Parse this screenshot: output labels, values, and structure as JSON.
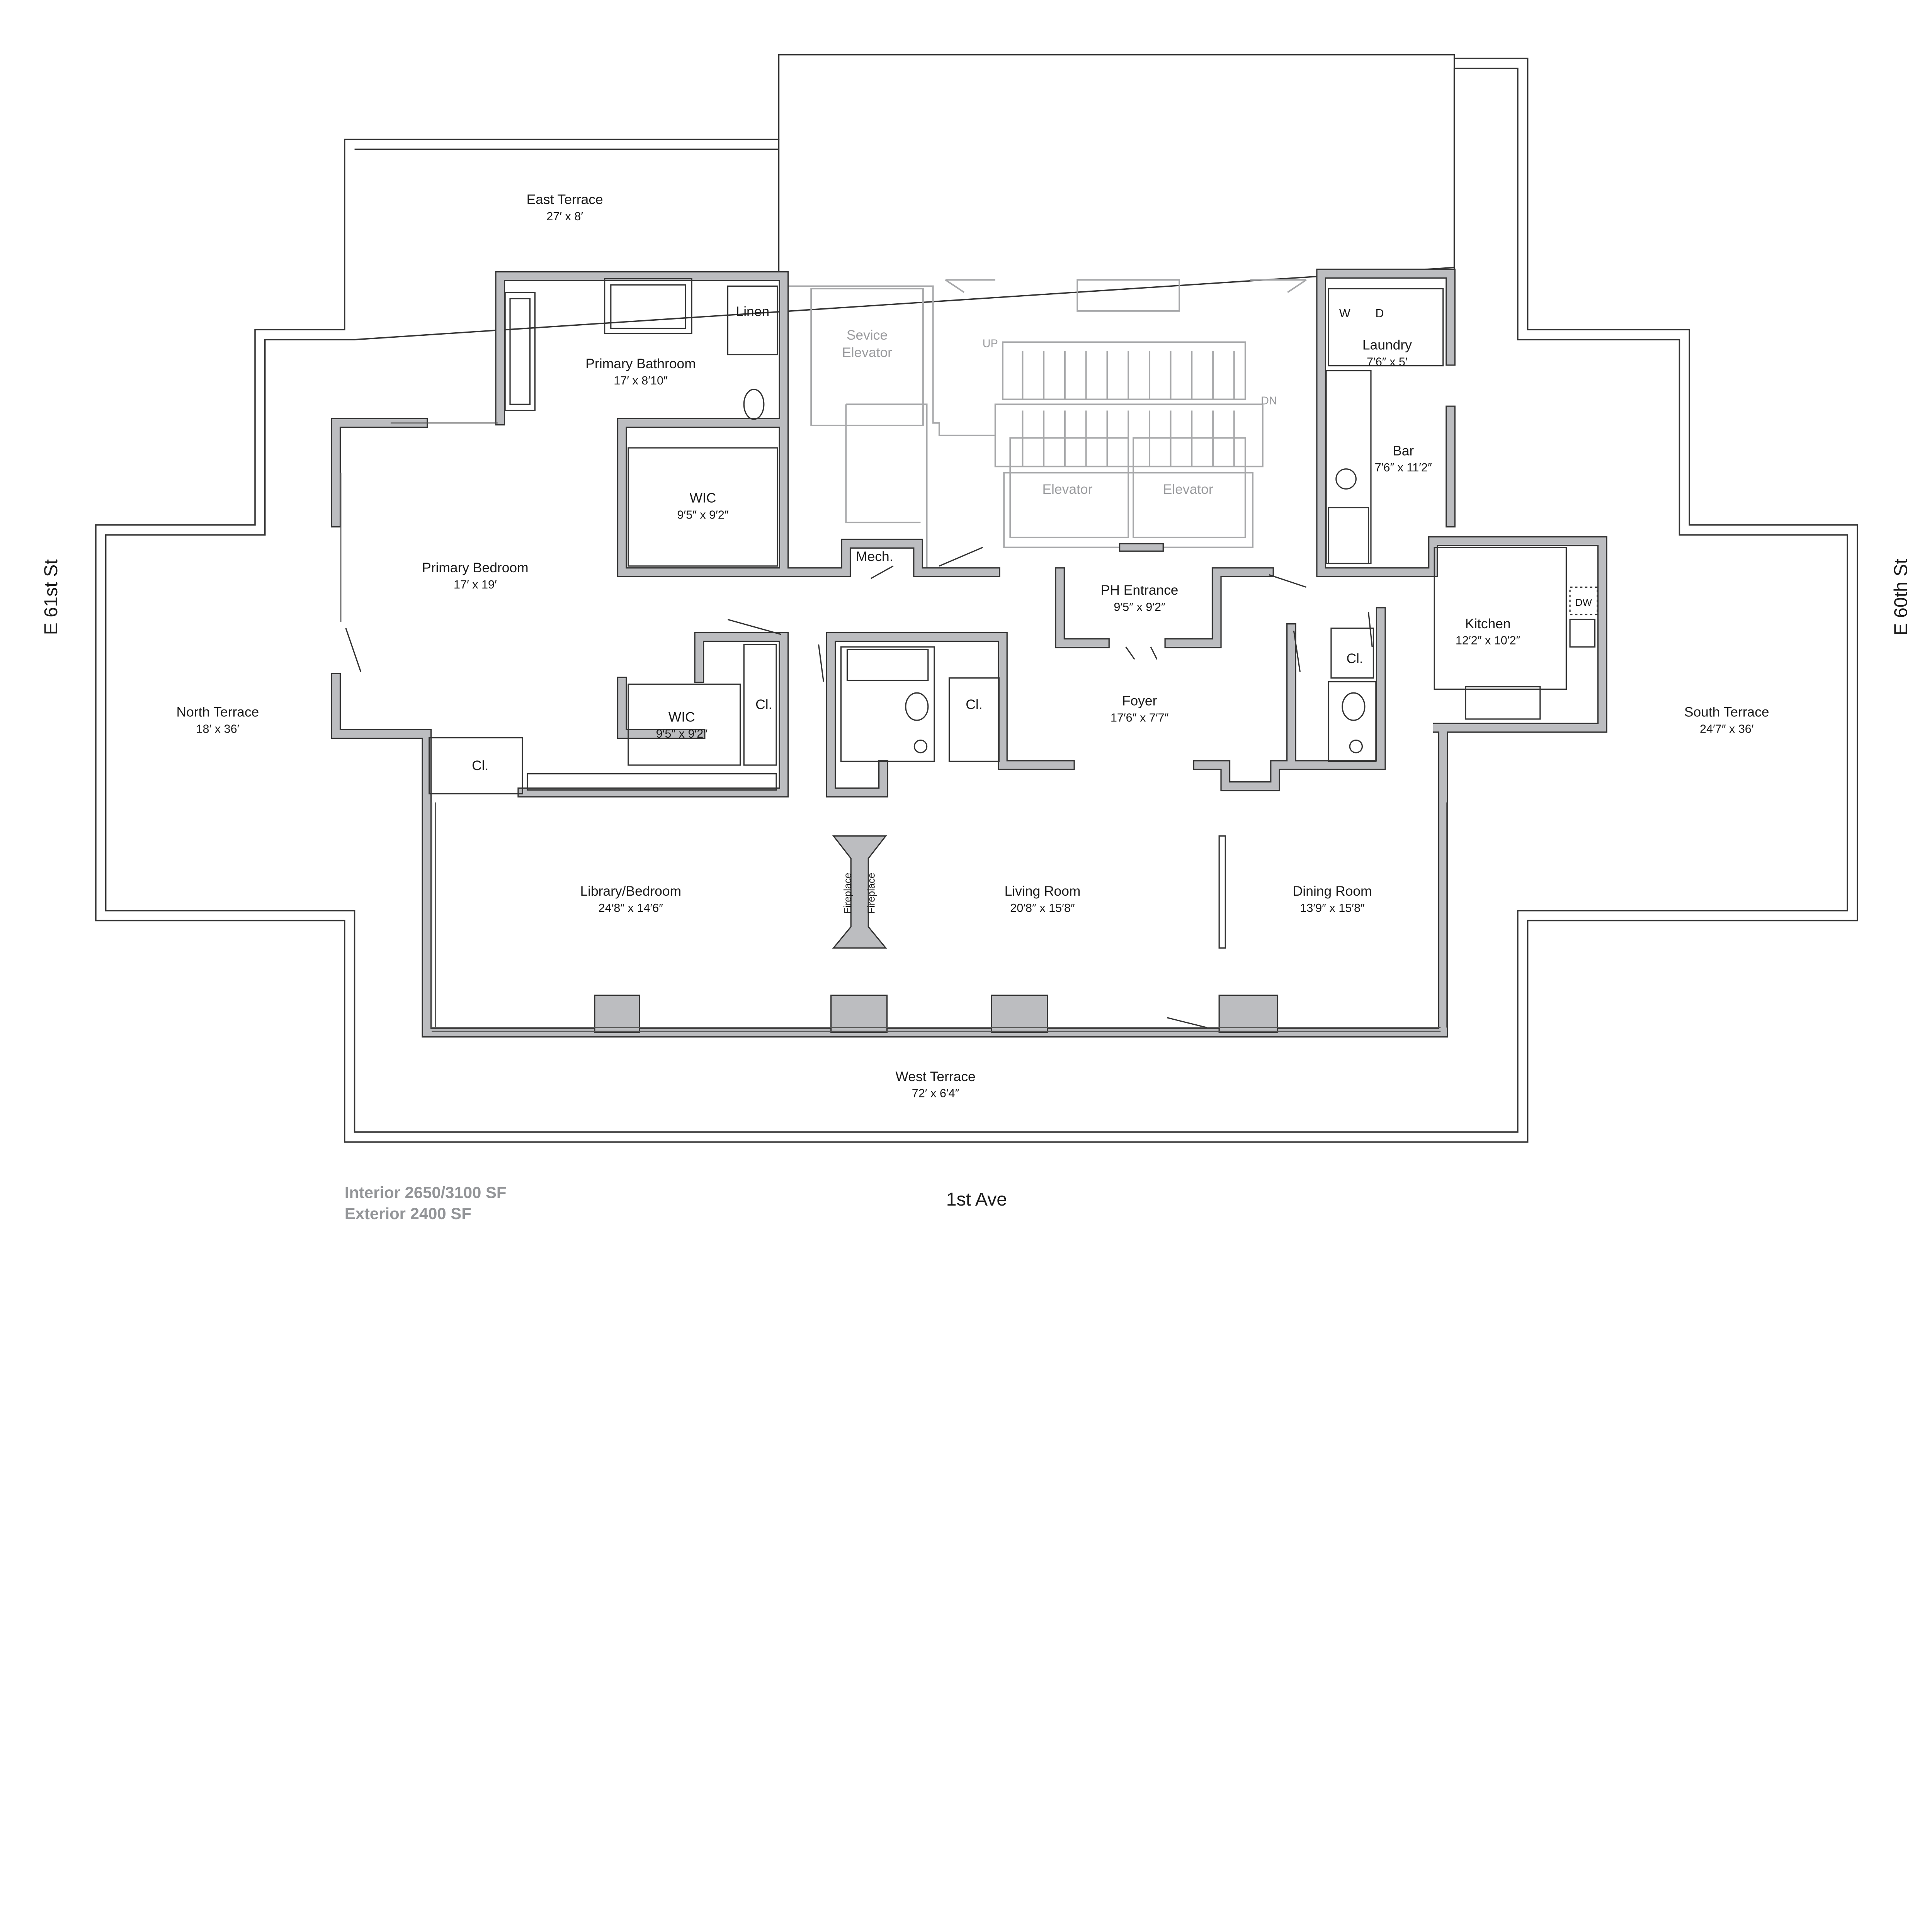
{
  "streets": {
    "west": "E 61st St",
    "east": "E 60th St",
    "south": "1st Ave"
  },
  "area_summary": {
    "interior": "Interior 2650/3100 SF",
    "exterior": "Exterior 2400 SF"
  },
  "terraces": [
    {
      "name": "East Terrace",
      "dims": "27′ x 8′"
    },
    {
      "name": "North Terrace",
      "dims": "18′ x 36′"
    },
    {
      "name": "South Terrace",
      "dims": "24′7″ x 36′"
    },
    {
      "name": "West Terrace",
      "dims": "72′ x 6′4″"
    }
  ],
  "rooms": {
    "primary_bathroom": {
      "name": "Primary Bathroom",
      "dims": "17′ x 8′10″"
    },
    "linen": {
      "name": "Linen"
    },
    "wic_upper": {
      "name": "WIC",
      "dims": "9′5″ x 9′2″"
    },
    "primary_bedroom": {
      "name": "Primary Bedroom",
      "dims": "17′ x 19′"
    },
    "wic_lower": {
      "name": "WIC",
      "dims": "9′5″ x 9′2″"
    },
    "closet_1": {
      "name": "Cl."
    },
    "closet_2": {
      "name": "Cl."
    },
    "closet_3": {
      "name": "Cl."
    },
    "closet_4": {
      "name": "Cl."
    },
    "mech": {
      "name": "Mech."
    },
    "ph_entrance": {
      "name": "PH Entrance",
      "dims": "9′5″ x 9′2″"
    },
    "foyer": {
      "name": "Foyer",
      "dims": "17′6″ x 7′7″"
    },
    "laundry": {
      "name": "Laundry",
      "dims": "7′6″ x 5′",
      "washer": "W",
      "dryer": "D"
    },
    "bar": {
      "name": "Bar",
      "dims": "7′6″ x 11′2″"
    },
    "kitchen": {
      "name": "Kitchen",
      "dims": "12′2″ x 10′2″",
      "dishwasher": "DW"
    },
    "library": {
      "name": "Library/Bedroom",
      "dims": "24′8″ x 14′6″"
    },
    "living": {
      "name": "Living Room",
      "dims": "20′8″ x 15′8″"
    },
    "dining": {
      "name": "Dining Room",
      "dims": "13′9″ x 15′8″"
    },
    "fireplace": {
      "left": "Fireplace",
      "right": "Fireplace"
    }
  },
  "core": {
    "service_elevator_1": "Sevice",
    "service_elevator_2": "Elevator",
    "elevator_a": "Elevator",
    "elevator_b": "Elevator",
    "stair_up": "UP",
    "stair_down": "DN"
  }
}
